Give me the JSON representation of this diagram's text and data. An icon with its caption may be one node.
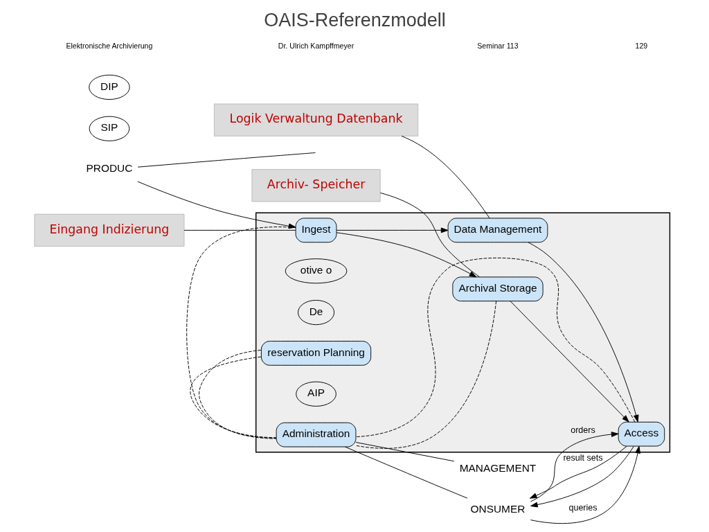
{
  "diagram": {
    "title": "OAIS-Referenzmodell",
    "nodes": [
      {
        "text": [],
        "shape": "box"
      },
      {
        "text": [
          "PRODUC"
        ]
      },
      {
        "text": [
          "reservation Planning"
        ],
        "in": 0
      },
      {
        "text": [
          "otive o"
        ],
        "in": 0
      },
      {
        "text": [
          "Data Management"
        ],
        "in": 0
      },
      {
        "text": [
          "De"
        ],
        "in": 0
      },
      {
        "text": [
          "Ingest"
        ],
        "in": 0
      },
      {
        "text": [
          "SIP"
        ]
      },
      {
        "text": [
          "Archival Storage"
        ],
        "in": 0
      },
      {
        "text": [
          "AIP"
        ],
        "in": 0
      },
      {
        "text": [
          "Access"
        ],
        "in": 0
      },
      {
        "text": [
          "DIP"
        ]
      },
      {
        "text": [
          "Administration"
        ],
        "in": 0
      },
      {
        "text": [
          "ONSUMER"
        ]
      },
      {
        "text": [
          "MANAGEMENT"
        ]
      },
      {
        "text": [
          "Eingang Indizierung"
        ]
      },
      {
        "text": [
          "Logik Verwaltung Datenbank"
        ]
      },
      {
        "text": [
          "Archiv- Speicher"
        ]
      }
    ],
    "edges": [
      {
        "from": 1,
        "to": 6,
        "arrow": "to"
      },
      {
        "from": 1,
        "to": null,
        "arrow": "none"
      },
      {
        "from": 6,
        "to": 4,
        "arrow": "to"
      },
      {
        "from": 6,
        "to": 8,
        "arrow": "to"
      },
      {
        "from": 4,
        "to": 10,
        "arrow": "to"
      },
      {
        "from": 8,
        "to": 10,
        "arrow": "to"
      },
      {
        "from": 13,
        "to": 10,
        "arrow": "to",
        "label": "queries"
      },
      {
        "from": 10,
        "to": 13,
        "arrow": "to",
        "label": "result sets"
      },
      {
        "from": 13,
        "to": 10,
        "arrow": "to",
        "label": "orders"
      },
      {
        "from": 10,
        "to": 13,
        "arrow": "to"
      },
      {
        "from": 12,
        "to": 13,
        "arrow": "none"
      },
      {
        "from": 12,
        "to": 14,
        "arrow": "none"
      },
      {
        "from": 2,
        "to": 12,
        "arrow": "none",
        "style": "dashed"
      },
      {
        "from": 2,
        "to": 12,
        "arrow": "none",
        "style": "dashed"
      },
      {
        "from": 6,
        "to": 12,
        "arrow": "none",
        "style": "dashed"
      },
      {
        "from": 8,
        "to": 12,
        "arrow": "none",
        "style": "dashed"
      },
      {
        "from": 10,
        "to": 12,
        "arrow": "none",
        "style": "dashed"
      },
      {
        "from": 15,
        "to": 6,
        "arrow": "none"
      },
      {
        "from": 16,
        "to": 4,
        "arrow": "none"
      },
      {
        "from": 17,
        "to": 8,
        "arrow": "none"
      }
    ],
    "labels": [
      "Elektronische Archivierung",
      "Dr. Ulrich Kampffmeyer",
      "Seminar 113",
      "129"
    ]
  }
}
